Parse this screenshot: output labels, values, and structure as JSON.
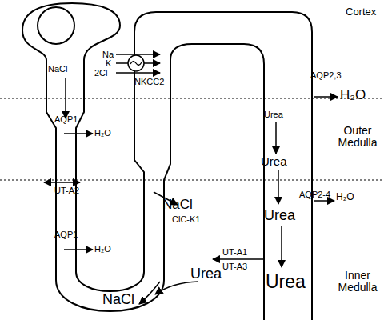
{
  "diagram": {
    "labels": [
      "Cortex",
      "NaCl",
      "AQP2,3",
      "H₂O",
      "Na",
      "K",
      "2Cl",
      "NKCC2",
      "Urea",
      "Outer Medulla",
      "AQP1",
      "H₂O",
      "Urea",
      "UT-A2",
      "AQP2-4",
      "H₂O",
      "NaCl",
      "ClC-K1",
      "AQP1",
      "H₂O",
      "Urea",
      "Urea",
      "UT-A1",
      "UT-A3",
      "Inner Medulla",
      "Urea",
      "NaCl"
    ]
  }
}
